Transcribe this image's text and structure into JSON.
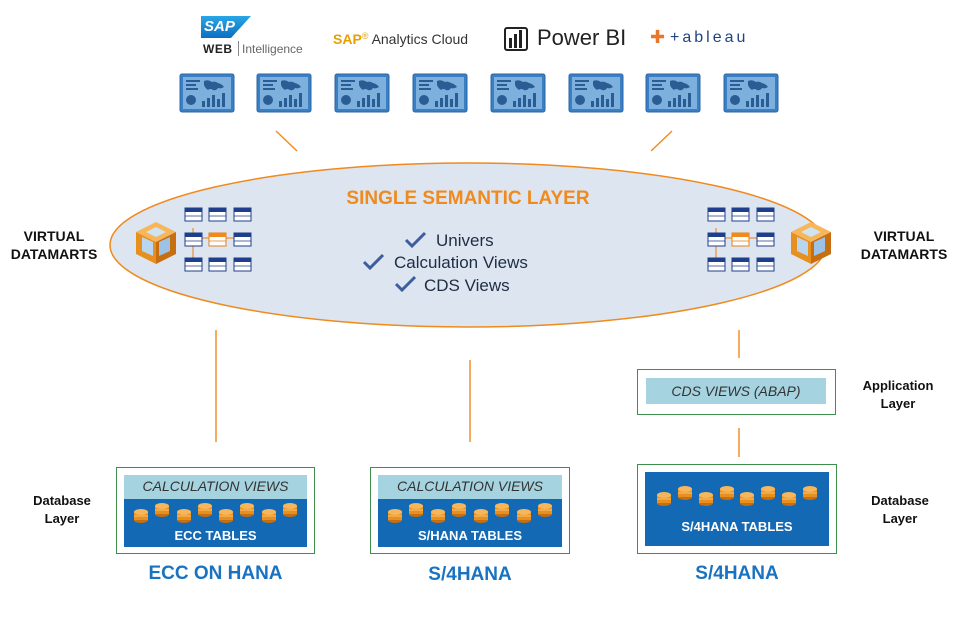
{
  "logos": {
    "sap_web_mark": "SAP",
    "sap_web_sub": "WEB",
    "sap_web_sub2": "Intelligence",
    "sap_analytics_sap": "SAP",
    "sap_analytics_rest": "Analytics Cloud",
    "powerbi": "Power BI",
    "tableau": "+ableau"
  },
  "semantic": {
    "title": "SINGLE SEMANTIC LAYER",
    "items": [
      "Univers",
      "Calculation Views",
      "CDS Views"
    ]
  },
  "side": {
    "left": [
      "VIRTUAL",
      "DATAMARTS"
    ],
    "right": [
      "VIRTUAL",
      "DATAMARTS"
    ]
  },
  "application": {
    "label": [
      "Application",
      "Layer"
    ],
    "cds_views": "CDS VIEWS (ABAP)"
  },
  "database": {
    "label_left": [
      "Database",
      "Layer"
    ],
    "label_right": [
      "Database",
      "Layer"
    ],
    "boxes": [
      {
        "calc": "CALCULATION VIEWS",
        "tables": "ECC TABLES",
        "system": "ECC ON HANA"
      },
      {
        "calc": "CALCULATION VIEWS",
        "tables": "S/HANA TABLES",
        "system": "S/4HANA"
      },
      {
        "tables": "S/4HANA TABLES",
        "system": "S/4HANA"
      }
    ]
  },
  "colors": {
    "accent_orange": "#f08a1c",
    "ellipse_fill": "#dde5f1",
    "db_blue": "#1469b4",
    "calc_light_blue": "#a6d3e0",
    "box_green": "#3e8e4e",
    "system_blue": "#1a73c0"
  },
  "icons": [
    "dashboard-icon",
    "cube-icon",
    "table-grid-icon",
    "checkmark-icon",
    "database-cylinder-icon"
  ]
}
